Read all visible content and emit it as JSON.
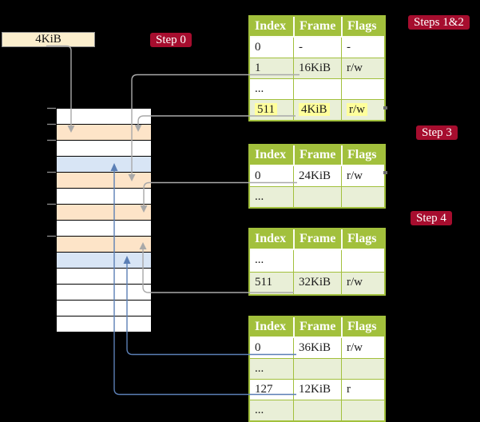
{
  "colors": {
    "background": "#000000",
    "table_border_green": "#a2c03c",
    "table_header_green": "#a2c03c",
    "table_row_light_green": "#e9efd7",
    "table_row_white": "#ffffff",
    "memory_pagetable_frame_orange": "#fde4c8",
    "memory_data_frame_blue": "#d8e5f5",
    "memory_free_frame_white": "#ffffff",
    "step_label_crimson": "#a60d2e",
    "highlight_yellow": "#ffff9c",
    "connector_gray": "#a9a9a9",
    "connector_blue": "#5b7fb5",
    "page_box_cream": "#fbeecd"
  },
  "page_box": {
    "label": "4KiB"
  },
  "labels": {
    "step0": "Step 0",
    "steps12": "Steps 1&2",
    "step3": "Step 3",
    "step4": "Step 4"
  },
  "tables": [
    {
      "headers": [
        "Index",
        "Frame",
        "Flags"
      ],
      "rows": [
        {
          "index": "0",
          "frame": "-",
          "flags": "-"
        },
        {
          "index": "1",
          "frame": "16KiB",
          "flags": "r/w"
        },
        {
          "index": "...",
          "frame": "",
          "flags": ""
        },
        {
          "index": "511",
          "frame": "4KiB",
          "flags": "r/w"
        }
      ]
    },
    {
      "headers": [
        "Index",
        "Frame",
        "Flags"
      ],
      "rows": [
        {
          "index": "0",
          "frame": "24KiB",
          "flags": "r/w"
        },
        {
          "index": "...",
          "frame": "",
          "flags": ""
        }
      ]
    },
    {
      "headers": [
        "Index",
        "Frame",
        "Flags"
      ],
      "rows": [
        {
          "index": "...",
          "frame": "",
          "flags": ""
        },
        {
          "index": "511",
          "frame": "32KiB",
          "flags": "r/w"
        }
      ]
    },
    {
      "headers": [
        "Index",
        "Frame",
        "Flags"
      ],
      "rows": [
        {
          "index": "0",
          "frame": "36KiB",
          "flags": "r/w"
        },
        {
          "index": "...",
          "frame": "",
          "flags": ""
        },
        {
          "index": "127",
          "frame": "12KiB",
          "flags": "r"
        },
        {
          "index": "...",
          "frame": "",
          "flags": ""
        }
      ]
    }
  ],
  "memory": {
    "rows": [
      {
        "type": "free"
      },
      {
        "type": "pagetable"
      },
      {
        "type": "free"
      },
      {
        "type": "data"
      },
      {
        "type": "pagetable"
      },
      {
        "type": "free"
      },
      {
        "type": "pagetable"
      },
      {
        "type": "free"
      },
      {
        "type": "pagetable"
      },
      {
        "type": "data"
      },
      {
        "type": "free"
      },
      {
        "type": "free"
      },
      {
        "type": "free"
      },
      {
        "type": "free"
      }
    ]
  },
  "connectors": [
    {
      "color": "gray",
      "from": "page-box-4KiB",
      "to": "memory-frame-2"
    },
    {
      "color": "gray",
      "from": "table-1-row-1",
      "to": "memory-frame-5"
    },
    {
      "color": "gray",
      "from": "table-1-row-511",
      "to": "memory-frame-2"
    },
    {
      "color": "gray",
      "from": "table-2-row-0",
      "to": "memory-frame-7"
    },
    {
      "color": "gray",
      "from": "table-3-row-511",
      "to": "memory-frame-9"
    },
    {
      "color": "blue",
      "from": "table-4-row-0",
      "to": "memory-frame-10"
    },
    {
      "color": "blue",
      "from": "table-4-row-127",
      "to": "memory-frame-4"
    }
  ]
}
